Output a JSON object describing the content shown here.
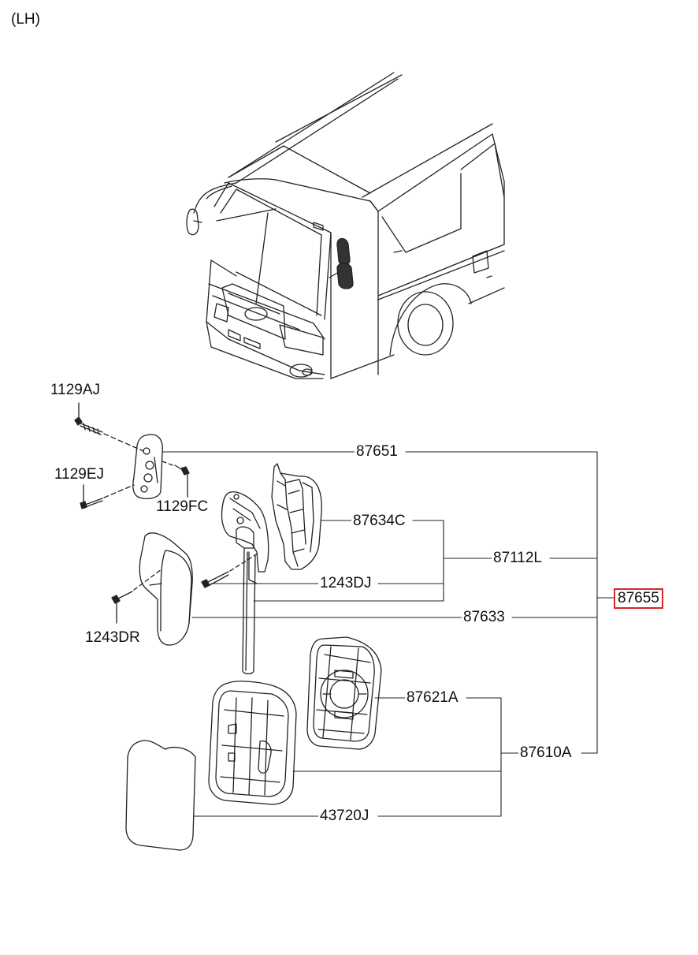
{
  "title": "(LH)",
  "highlight_color": "#d9252a",
  "labels": {
    "l1129AJ": "1129AJ",
    "l87651": "87651",
    "l1129EJ": "1129EJ",
    "l1129FC": "1129FC",
    "l87634C": "87634C",
    "l87112L": "87112L",
    "l1243DJ": "1243DJ",
    "l87655": "87655",
    "l87633": "87633",
    "l1243DR": "1243DR",
    "l87621A": "87621A",
    "l87610A": "87610A",
    "l43720J": "43720J"
  }
}
